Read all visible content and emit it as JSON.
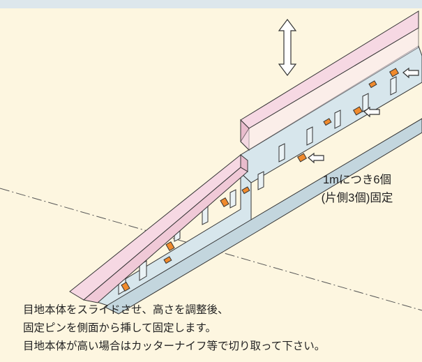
{
  "colors": {
    "background": "#fdf6e0",
    "top_band": "#dde7ec",
    "pink_board": "#f6d8e3",
    "channel": "#d7e6ec",
    "pin": "#f08a2c",
    "line": "#333333"
  },
  "callout": {
    "line1": "1mにつき6個",
    "line2": "(片側3個)固定"
  },
  "caption": {
    "line1": "目地本体をスライドさせ、高さを調整後、",
    "line2": "固定ピンを側面から挿して固定します。",
    "line3": "目地本体が高い場合はカッターナイフ等で切り取って下さい。"
  },
  "icons": [
    "double-vertical-arrow-icon",
    "pin-pointer-arrow-icon"
  ]
}
